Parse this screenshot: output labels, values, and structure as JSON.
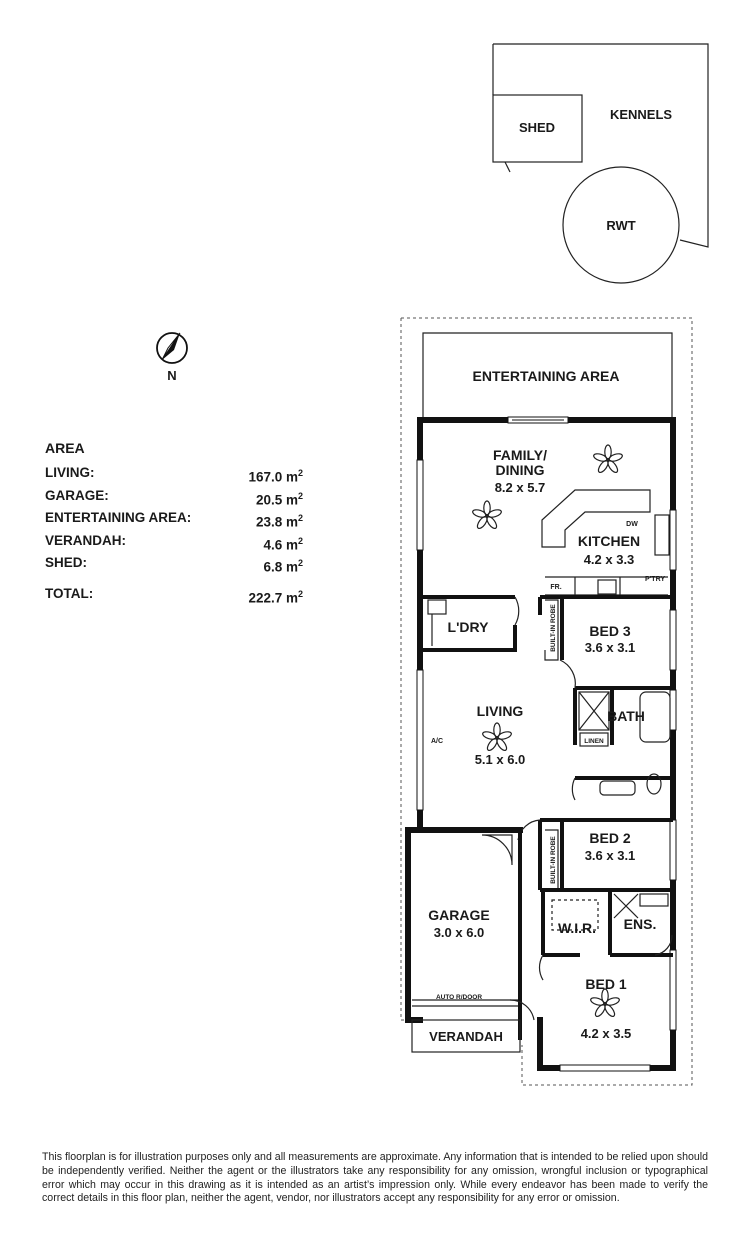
{
  "rooms": {
    "kennels": "KENNELS",
    "shed": "SHED",
    "rwt": "RWT",
    "entertaining": "ENTERTAINING AREA",
    "family_name": "FAMILY/",
    "family_name2": "DINING",
    "family_size": "8.2 x 5.7",
    "kitchen_name": "KITCHEN",
    "kitchen_size": "4.2 x 3.3",
    "laundry": "L'DRY",
    "bed3_name": "BED 3",
    "bed3_size": "3.6 x 3.1",
    "living_name": "LIVING",
    "living_size": "5.1 x 6.0",
    "bath": "BATH",
    "linen": "LINEN",
    "bed2_name": "BED 2",
    "bed2_size": "3.6 x 3.1",
    "garage_name": "GARAGE",
    "garage_size": "3.0 x 6.0",
    "wir": "W.I.R.",
    "ens": "ENS.",
    "bed1_name": "BED 1",
    "bed1_size": "4.2 x 3.5",
    "verandah": "VERANDAH",
    "dw": "DW",
    "fr": "FR.",
    "pantry": "P'TRY",
    "robe": "BUILT-IN ROBE",
    "ac": "A/C",
    "auto_door": "AUTO R/DOOR"
  },
  "compass": {
    "label": "N"
  },
  "area": {
    "title": "AREA",
    "rows": [
      {
        "label": "LIVING:",
        "value": "167.0 m",
        "unit": "2"
      },
      {
        "label": "GARAGE:",
        "value": "20.5 m",
        "unit": "2"
      },
      {
        "label": "ENTERTAINING AREA:",
        "value": "23.8 m",
        "unit": "2"
      },
      {
        "label": "VERANDAH:",
        "value": "4.6 m",
        "unit": "2"
      },
      {
        "label": "SHED:",
        "value": "6.8 m",
        "unit": "2"
      }
    ],
    "total_label": "TOTAL:",
    "total_value": "222.7 m",
    "total_unit": "2"
  },
  "disclaimer": "This floorplan is for illustration purposes only and all measurements are approximate. Any information that is intended to be relied upon should be independently verified. Neither the agent or the illustrators take any responsibility for any omission, wrongful inclusion or typographical error which may occur in this drawing as it is intended as an artist’s impression only. While every endeavor has been made to verify the correct details in this floor plan, neither the agent, vendor, nor illustrators accept any responsibility for any error or omission."
}
